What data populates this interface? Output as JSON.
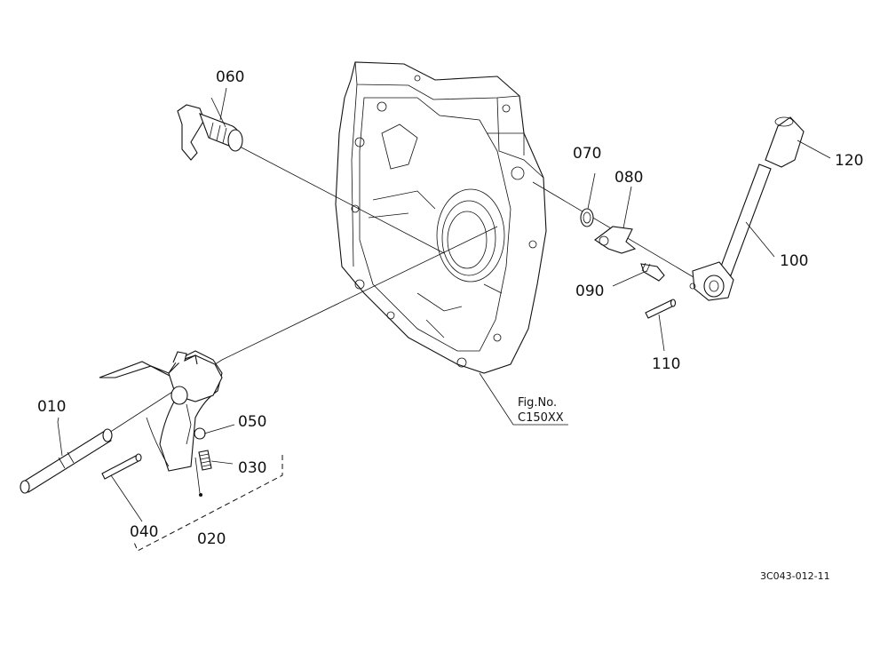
{
  "parts": [
    {
      "id": "010"
    },
    {
      "id": "020"
    },
    {
      "id": "030"
    },
    {
      "id": "040"
    },
    {
      "id": "050"
    },
    {
      "id": "060"
    },
    {
      "id": "070"
    },
    {
      "id": "080"
    },
    {
      "id": "090"
    },
    {
      "id": "100"
    },
    {
      "id": "110"
    },
    {
      "id": "120"
    }
  ],
  "fig_label": "Fig.No.",
  "fig_code": "C150XX",
  "doc_ref": "3C043-012-11",
  "colors": {
    "line": "#111111",
    "background": "#ffffff"
  }
}
